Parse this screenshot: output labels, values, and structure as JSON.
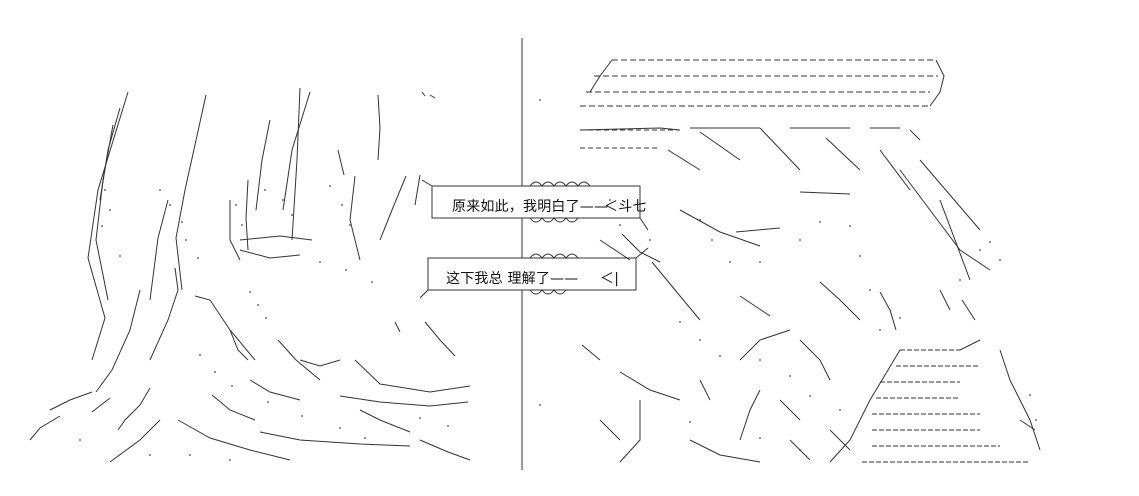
{
  "dialogue": {
    "line1": "原来如此，我明白了——",
    "line1_tail": "＜斗七",
    "line2": "这下我总 理解了——",
    "line2_tail": "＜|"
  },
  "colors": {
    "background": "#ffffff",
    "ink": "#222222"
  }
}
